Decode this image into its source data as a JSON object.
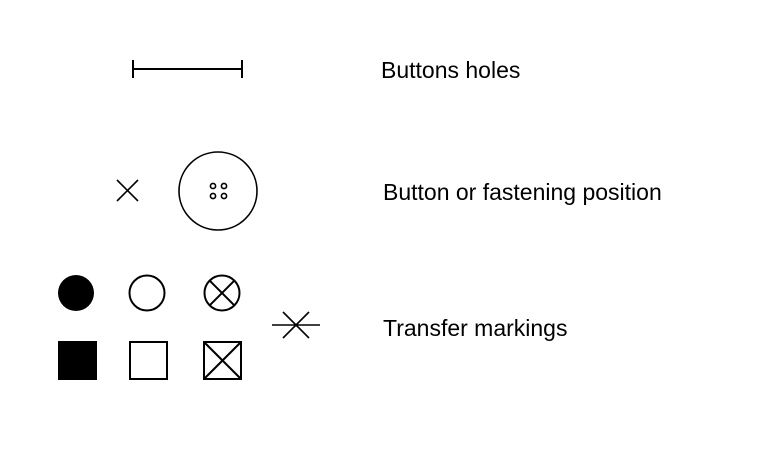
{
  "legend": {
    "rows": [
      {
        "label": "Buttons holes",
        "symbols": [
          "buttonhole-bar-icon"
        ]
      },
      {
        "label": "Button or fastening position",
        "symbols": [
          "cross-mark-icon",
          "four-hole-button-icon"
        ]
      },
      {
        "label": "Transfer markings",
        "symbols": [
          "filled-circle-icon",
          "open-circle-icon",
          "crossed-circle-icon",
          "filled-square-icon",
          "open-square-icon",
          "crossed-square-icon",
          "asterisk-mark-icon"
        ]
      }
    ]
  },
  "colors": {
    "ink": "#000000",
    "background": "#ffffff"
  }
}
